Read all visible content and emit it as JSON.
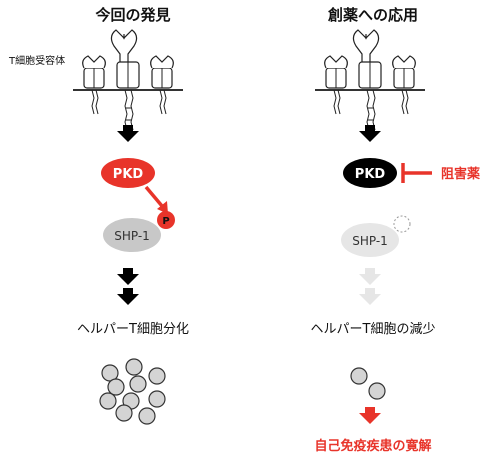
{
  "left": {
    "title": "今回の発見",
    "receptor_label": "T細胞受容体",
    "node_pkd": "PKD",
    "node_shp": "SHP-1",
    "phospho": "P",
    "outcome": "ヘルパーT細胞分化"
  },
  "right": {
    "title": "創薬への応用",
    "node_pkd": "PKD",
    "inhibitor": "阻害薬",
    "node_shp": "SHP-1",
    "outcome": "ヘルパーT細胞の減少",
    "therapy": "自己免疫疾患の寛解"
  },
  "colors": {
    "red": "#e8342a",
    "black": "#000000",
    "grey": "#c8c8c8",
    "light_grey": "#e6e6e6"
  }
}
